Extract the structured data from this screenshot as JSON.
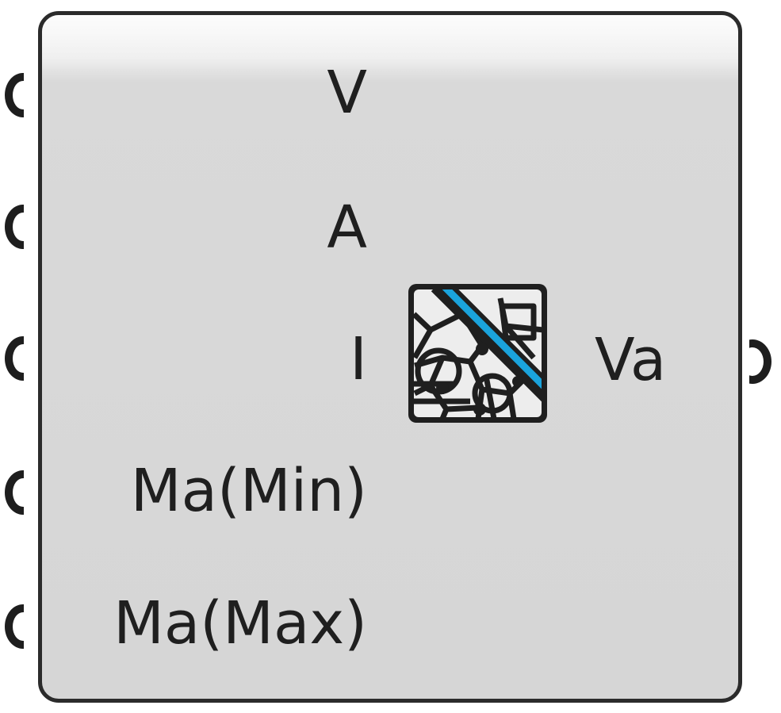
{
  "component": {
    "icon": "voronoi-mesh-diagonal-icon",
    "accent_color": "#1aa3dc",
    "inputs": [
      {
        "label": "V"
      },
      {
        "label": "A"
      },
      {
        "label": "I"
      },
      {
        "label": "Ma(Min)"
      },
      {
        "label": "Ma(Max)"
      }
    ],
    "outputs": [
      {
        "label": "Va"
      }
    ]
  }
}
